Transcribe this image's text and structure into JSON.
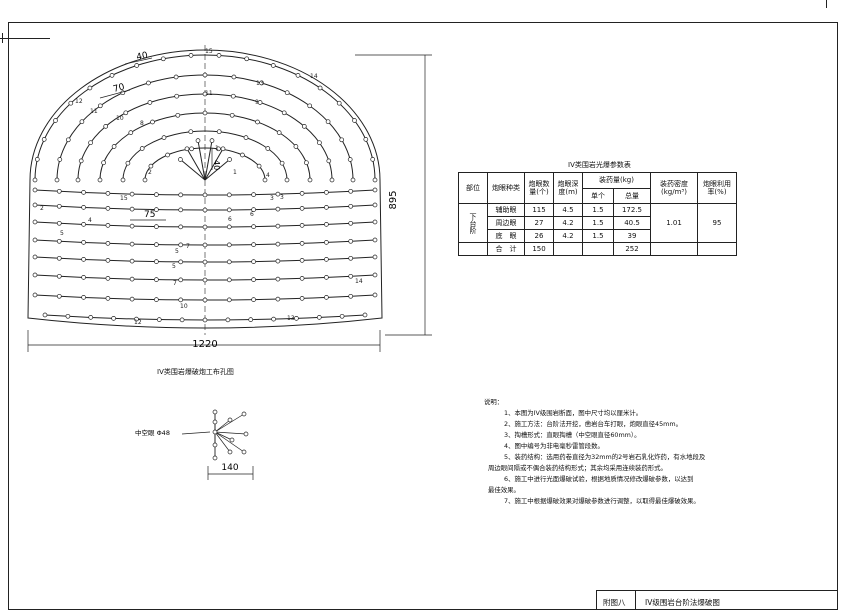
{
  "drawing": {
    "section_title": "IV类围岩爆破炮工布孔图",
    "dim_width": "1220",
    "dim_height": "895",
    "dim_spacing_40": "40",
    "dim_spacing_70": "70",
    "dim_spacing_75": "75",
    "dim_spacing_40b": "40",
    "row_labels": [
      "15",
      "14",
      "13",
      "12",
      "11",
      "10",
      "9",
      "8",
      "1",
      "2",
      "3",
      "4",
      "5",
      "6",
      "7",
      "12",
      "13",
      "14",
      "15",
      "2",
      "4",
      "5",
      "6",
      "7",
      "10",
      "11",
      "5",
      "1",
      "3"
    ]
  },
  "cut_detail": {
    "label": "中空眼 Φ48",
    "dim": "140"
  },
  "table": {
    "title": "IV类围岩光爆参数表",
    "headers": {
      "part": "部位",
      "hole_type": "炮眼种类",
      "hole_count": "炮眼数量(个)",
      "hole_depth": "炮眼深度(m)",
      "charge": "装药量(kg)",
      "charge_single": "单个",
      "charge_total": "总量",
      "density": "装药密度(kg/m³)",
      "utilization": "炮眼利用率(%)"
    },
    "part_value": "下台阶",
    "rows": [
      {
        "type": "辅助眼",
        "count": "115",
        "depth": "4.5",
        "single": "1.5",
        "total": "172.5"
      },
      {
        "type": "周边眼",
        "count": "27",
        "depth": "4.2",
        "single": "1.5",
        "total": "40.5"
      },
      {
        "type": "底　眼",
        "count": "26",
        "depth": "4.2",
        "single": "1.5",
        "total": "39"
      }
    ],
    "density_value": "1.01",
    "utilization_value": "95",
    "total_row": {
      "label": "合　计",
      "count": "150",
      "total": "252"
    }
  },
  "notes": {
    "title": "说明：",
    "items": [
      "1、本图为IV级围岩断面，图中尺寸均以厘米计。",
      "2、施工方法：台阶法开挖，凿岩台车打眼，炮眼直径45mm。",
      "3、掏槽形式：直眼掏槽（中空眼直径60mm）。",
      "4、图中编号为非电毫秒雷管段数。",
      "5、装药结构：选用药卷直径为32mm的2号岩石乳化炸药，有水地段及",
      "周边眼间隔或不偶合装药结构形式；其余均采用连续装药形式。",
      "6、施工中进行光面爆破试验，根据地质情况修改爆破参数，以达到",
      "最佳效果。",
      "7、施工中根据爆破效果对爆破参数进行调整，以取得最佳爆破效果。"
    ]
  },
  "title_block": {
    "sheet": "附图八",
    "name": "IV级围岩台阶法爆破图"
  }
}
